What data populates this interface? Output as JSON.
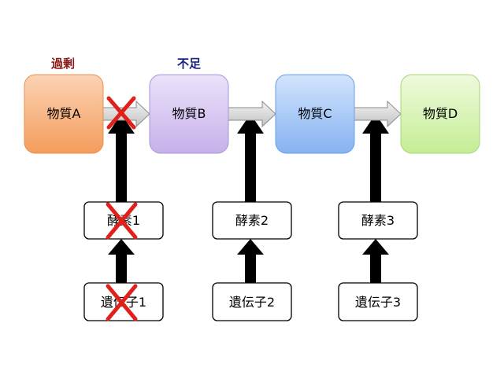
{
  "labels": {
    "excess": "過剰",
    "shortage": "不足"
  },
  "substances": [
    "物質A",
    "物質B",
    "物質C",
    "物質D"
  ],
  "enzymes": [
    "酵素1",
    "酵素2",
    "酵素3"
  ],
  "genes": [
    "遺伝子1",
    "遺伝子2",
    "遺伝子3"
  ],
  "colors": {
    "excess_label": "#8b1a1a",
    "shortage_label": "#1a237e",
    "substance_a": "#f7b07a",
    "substance_b": "#d4c4ef",
    "substance_c": "#a8cbf7",
    "substance_d": "#d8f5b4",
    "cross": "#e0201b",
    "arrow_black": "#000000",
    "arrow_gray": "#d6d6d6"
  }
}
